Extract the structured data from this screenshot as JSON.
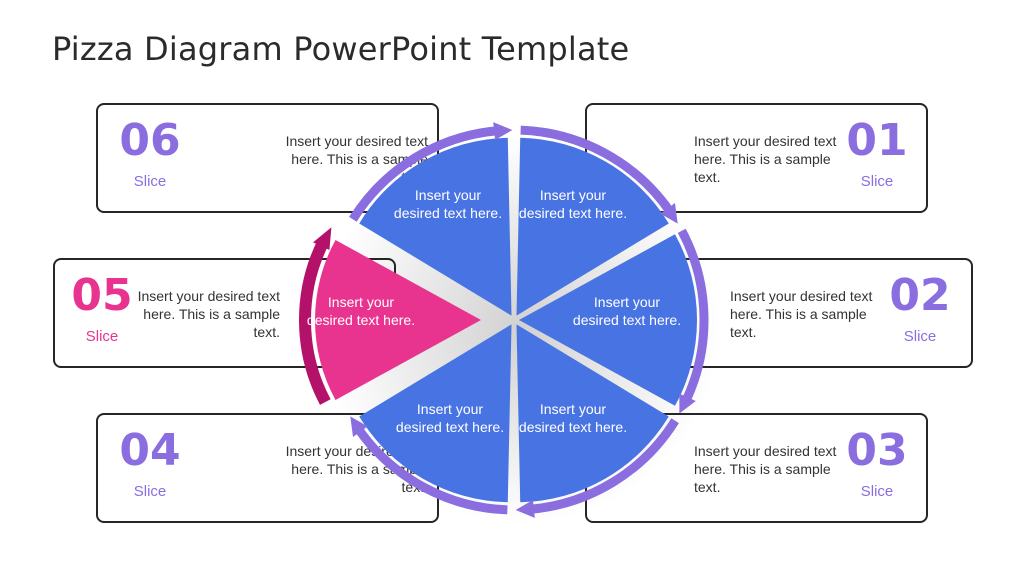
{
  "title": "Pizza Diagram PowerPoint Template",
  "colors": {
    "slice": "#4873e3",
    "highlight": "#e8348e",
    "highlight_dark": "#b4126a",
    "ring": "#8a6ee0",
    "number": "#8a6ee0"
  },
  "cards": [
    {
      "number": "06",
      "label": "Slice",
      "text": "Insert your desired text here. This is a sample text."
    },
    {
      "number": "05",
      "label": "Slice",
      "text": "Insert your desired text here. This is a sample text."
    },
    {
      "number": "04",
      "label": "Slice",
      "text": "Insert your desired text here. This is a sample text."
    },
    {
      "number": "01",
      "label": "Slice",
      "text": "Insert your desired text here. This is a sample text."
    },
    {
      "number": "02",
      "label": "Slice",
      "text": "Insert your desired text here. This is a sample text."
    },
    {
      "number": "03",
      "label": "Slice",
      "text": "Insert your desired text here. This is a sample text."
    }
  ],
  "slices": [
    {
      "text": "Insert your desired text here."
    },
    {
      "text": "Insert your desired text here."
    },
    {
      "text": "Insert your desired text here."
    },
    {
      "text": "Insert your desired text here."
    },
    {
      "text": "Insert your desired text here."
    },
    {
      "text": "Insert your desired text here."
    }
  ]
}
